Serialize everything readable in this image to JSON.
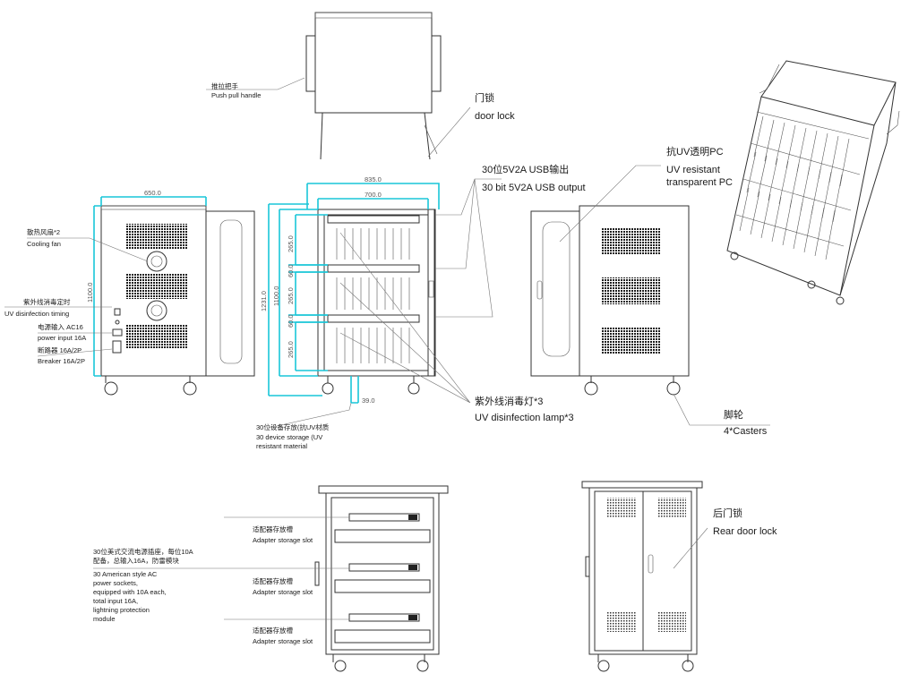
{
  "labels": {
    "handle_cn": "推拉把手",
    "handle_en": "Push pull handle",
    "doorlock_cn": "门锁",
    "doorlock_en": "door lock",
    "usb_cn": "30位5V2A USB输出",
    "usb_en": "30 bit 5V2A USB output",
    "pc_cn": "抗UV透明PC",
    "pc_en1": "UV resistant",
    "pc_en2": "transparent PC",
    "fan_cn": "散热风扇*2",
    "fan_en": "Cooling fan",
    "timer_cn": "紫外线消毒定时",
    "timer_en": "UV disinfection timing",
    "power_cn": "电源输入 AC16",
    "power_en": "power input 16A",
    "breaker_cn": "断路器 16A/2P",
    "breaker_en": "Breaker 16A/2P",
    "uvlamp_cn": "紫外线消毒灯*3",
    "uvlamp_en": "UV disinfection lamp*3",
    "casters_cn": "脚轮",
    "casters_en": "4*Casters",
    "storage_cn": "30位设备存放(抗UV材质",
    "storage_en1": "30 device storage (UV",
    "storage_en2": "resistant material",
    "adapter1_cn": "适配器存放槽",
    "adapter1_en": "Adapter storage slot",
    "adapter2_cn": "适配器存放槽",
    "adapter2_en": "Adapter storage slot",
    "adapter3_cn": "适配器存放槽",
    "adapter3_en": "Adapter storage slot",
    "ac_cn1": "30位美式交流电源插座，每位10A",
    "ac_cn2": "配备，总输入16A，防雷模块",
    "ac_en1": "30 American style AC",
    "ac_en2": "power sockets,",
    "ac_en3": "equipped with 10A each,",
    "ac_en4": "total input 16A,",
    "ac_en5": "lightning protection",
    "ac_en6": "module",
    "rearlock_cn": "后门锁",
    "rearlock_en": "Rear door lock"
  },
  "dimensions": {
    "side_width": "650.0",
    "side_height": "1100.0",
    "front_outer_width": "835.0",
    "front_inner_width": "700.0",
    "front_total_height": "1231.0",
    "front_body_height": "1100.0",
    "shelf_gap_1": "265.0",
    "shelf_gap_2": "60.0",
    "shelf_gap_3": "265.0",
    "shelf_gap_4": "60.0",
    "shelf_gap_5": "265.0",
    "bottom_offset": "39.0"
  },
  "colors": {
    "line": "#333333",
    "dimension": "#19c6d8",
    "background": "#ffffff"
  }
}
